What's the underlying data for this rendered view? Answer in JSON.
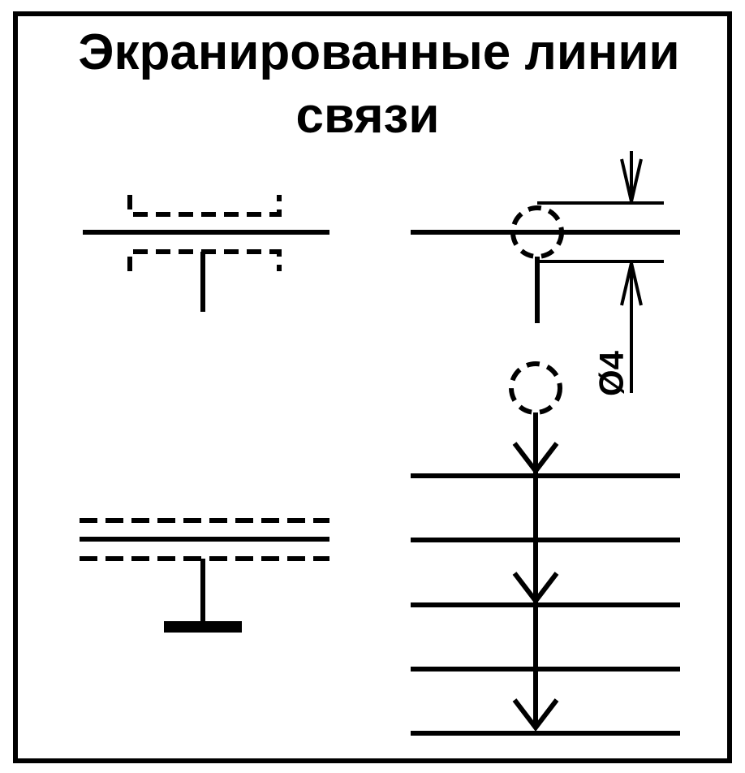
{
  "title": {
    "line1": "Экранированные линии",
    "line2": "связи"
  },
  "dimension": {
    "label": "Ø4"
  },
  "colors": {
    "ink": "#000000",
    "paper": "#ffffff"
  }
}
